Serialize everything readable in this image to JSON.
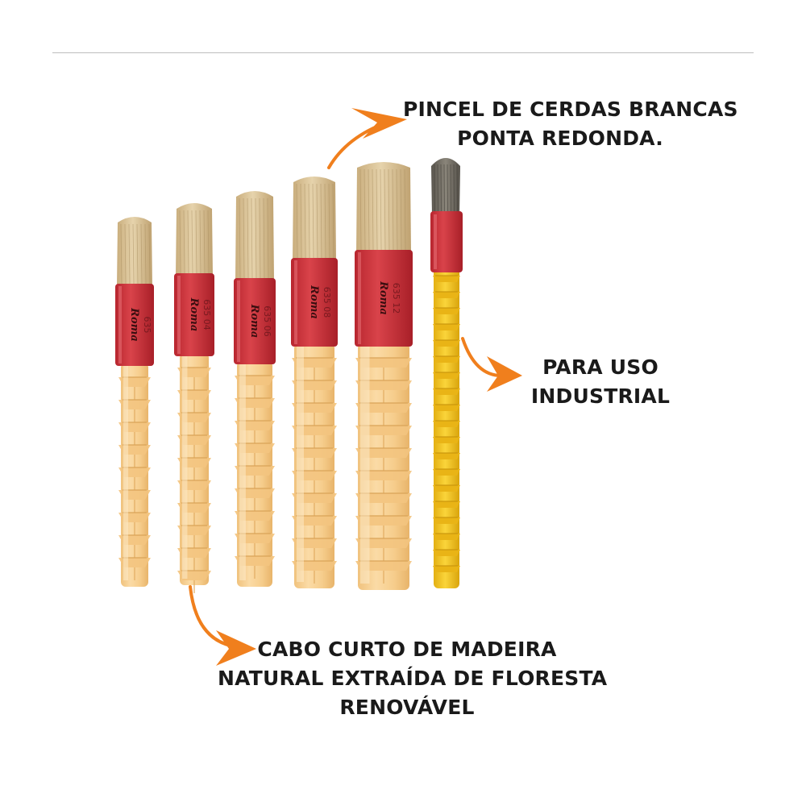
{
  "captions": {
    "top": {
      "line1": "PINCEL DE CERDAS BRANCAS",
      "line2": "PONTA REDONDA."
    },
    "right": {
      "line1": "PARA USO",
      "line2": "INDUSTRIAL"
    },
    "bottom": {
      "line1": "CABO CURTO DE MADEIRA",
      "line2": "NATURAL EXTRAÍDA DE FLORESTA",
      "line3": "RENOVÁVEL"
    }
  },
  "brushes": [
    {
      "brand": "Roma",
      "code": "635"
    },
    {
      "brand": "Roma",
      "code": "635 04"
    },
    {
      "brand": "Roma",
      "code": "635 06"
    },
    {
      "brand": "Roma",
      "code": "635 08"
    },
    {
      "brand": "Roma",
      "code": "635 12"
    }
  ],
  "colors": {
    "bristle": "#d9c39a",
    "ferrule": "#c9343c",
    "handle": "#f7cf8f",
    "industrial_handle": "#f2c41e",
    "industrial_bristle": "#6e6a60",
    "arrow": "#f07f1d"
  }
}
